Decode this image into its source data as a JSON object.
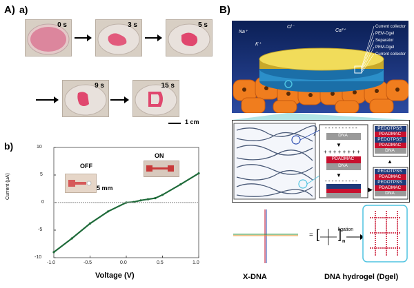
{
  "panel_a": {
    "label_main": "A)",
    "label_sub": "a)",
    "times": [
      "0 s",
      "3 s",
      "5 s",
      "9 s",
      "15 s"
    ],
    "scale_text": "1 cm"
  },
  "panel_b_plot": {
    "label": "b)",
    "state_off": "OFF",
    "state_on": "ON",
    "scale_text": "5 mm",
    "chart_data": {
      "type": "line",
      "xlabel": "Voltage (V)",
      "ylabel": "Current (µA)",
      "xlim": [
        -1.0,
        1.0
      ],
      "ylim": [
        -10,
        10
      ],
      "x_ticks": [
        "-1.0",
        "-0.5",
        "0.0",
        "0.5",
        "1.0"
      ],
      "y_ticks": [
        "-10",
        "-5",
        "0",
        "5",
        "10"
      ],
      "series": [
        {
          "name": "ON",
          "color": "#1f6b3a",
          "x": [
            -1.0,
            -0.75,
            -0.5,
            -0.25,
            0.0,
            0.1,
            0.2,
            0.3,
            0.4,
            0.5,
            0.75,
            1.0
          ],
          "y": [
            -9.0,
            -6.5,
            -3.8,
            -1.6,
            0.0,
            0.1,
            0.4,
            0.6,
            0.8,
            1.4,
            3.3,
            5.3
          ]
        },
        {
          "name": "OFF",
          "color": "#999999",
          "x": [
            -1.0,
            1.0
          ],
          "y": [
            0.0,
            0.0
          ]
        }
      ]
    }
  },
  "panel_b": {
    "label": "B)",
    "ions": [
      "Na⁺",
      "Cl⁻",
      "Ca²⁺",
      "K⁺"
    ],
    "device_labels": [
      "Current collector",
      "PEM-Dgel",
      "Separator",
      "PEM-Dgel",
      "Current collector"
    ],
    "lbl_layers": {
      "left": [
        "DNA",
        "PDADMAC",
        "DNA"
      ],
      "right_top": [
        "PEDOTPSS",
        "PDADMAC",
        "PEDOTPSS",
        "PDADMAC",
        "DNA"
      ],
      "right_bottom": [
        "PEDOTPSS",
        "PDADMAC",
        "PEDOTPSS",
        "PDADMAC",
        "DNA"
      ]
    },
    "ligation_label": "ligation",
    "x_dna_label": "X-DNA",
    "dgel_label": "DNA hydrogel (Dgel)",
    "colors": {
      "pedot": "#1f3b7a",
      "pdadmac": "#c8102e",
      "dna": "#9a9a9a",
      "cell": "#f07d1e",
      "bg": "#0b1f55",
      "accent": "#4ec3e0"
    }
  }
}
